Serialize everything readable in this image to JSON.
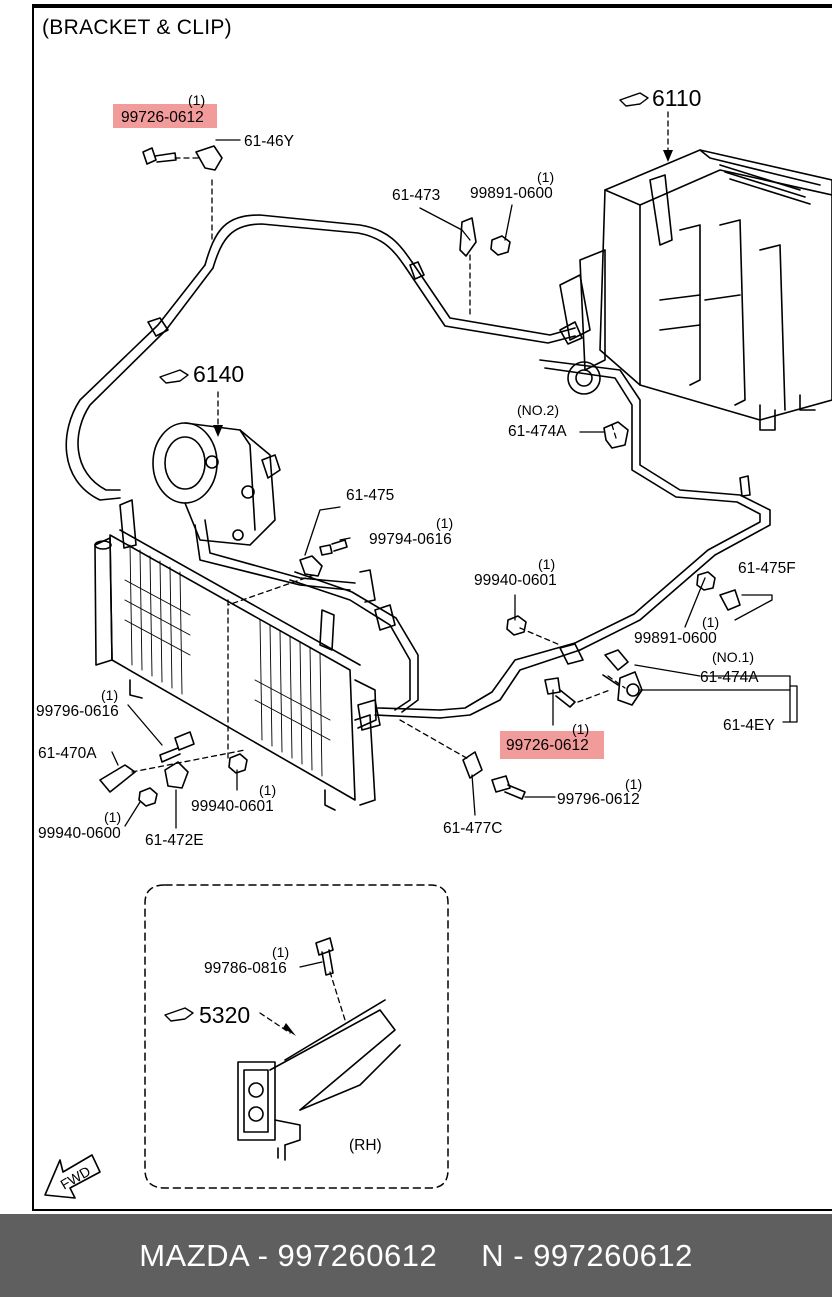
{
  "title": "(BRACKET & CLIP)",
  "callouts": {
    "p6110": "6110",
    "p6140": "6140",
    "p5320": "5320"
  },
  "labels": {
    "top_bolt": "99726-0612",
    "top_bolt_qty": "(1)",
    "c6146y": "61-46Y",
    "c61473": "61-473",
    "nut_top": "99891-0600",
    "nut_top_qty": "(1)",
    "no2": "(NO.2)",
    "c61474a_top": "61-474A",
    "c61475": "61-475",
    "bolt_99794": "99794-0616",
    "bolt_99794_qty": "(1)",
    "nut_99940_mid": "99940-0601",
    "nut_99940_mid_qty": "(1)",
    "c61475f": "61-475F",
    "nut_99891_right": "99891-0600",
    "nut_99891_right_qty": "(1)",
    "no1": "(NO.1)",
    "c61474a_right": "61-474A",
    "c614ey": "61-4EY",
    "bolt_mid": "99726-0612",
    "bolt_mid_qty": "(1)",
    "bolt_99796_left": "99796-0616",
    "bolt_99796_left_qty": "(1)",
    "c61470a": "61-470A",
    "nut_99940_0600": "99940-0600",
    "nut_99940_0600_qty": "(1)",
    "c61472e": "61-472E",
    "nut_99940_0601_low": "99940-0601",
    "nut_99940_0601_low_qty": "(1)",
    "c61477c": "61-477C",
    "bolt_99796_0612": "99796-0612",
    "bolt_99796_0612_qty": "(1)",
    "bolt_99786": "99786-0816",
    "bolt_99786_qty": "(1)",
    "rh": "(RH)",
    "fwd": "FWD"
  },
  "colors": {
    "highlight": "#f08a8a",
    "footer_bg": "#5f5f5f",
    "footer_text": "#ffffff",
    "line": "#000000"
  },
  "footer": {
    "left": "MAZDA - 997260612",
    "right": "N - 997260612"
  }
}
